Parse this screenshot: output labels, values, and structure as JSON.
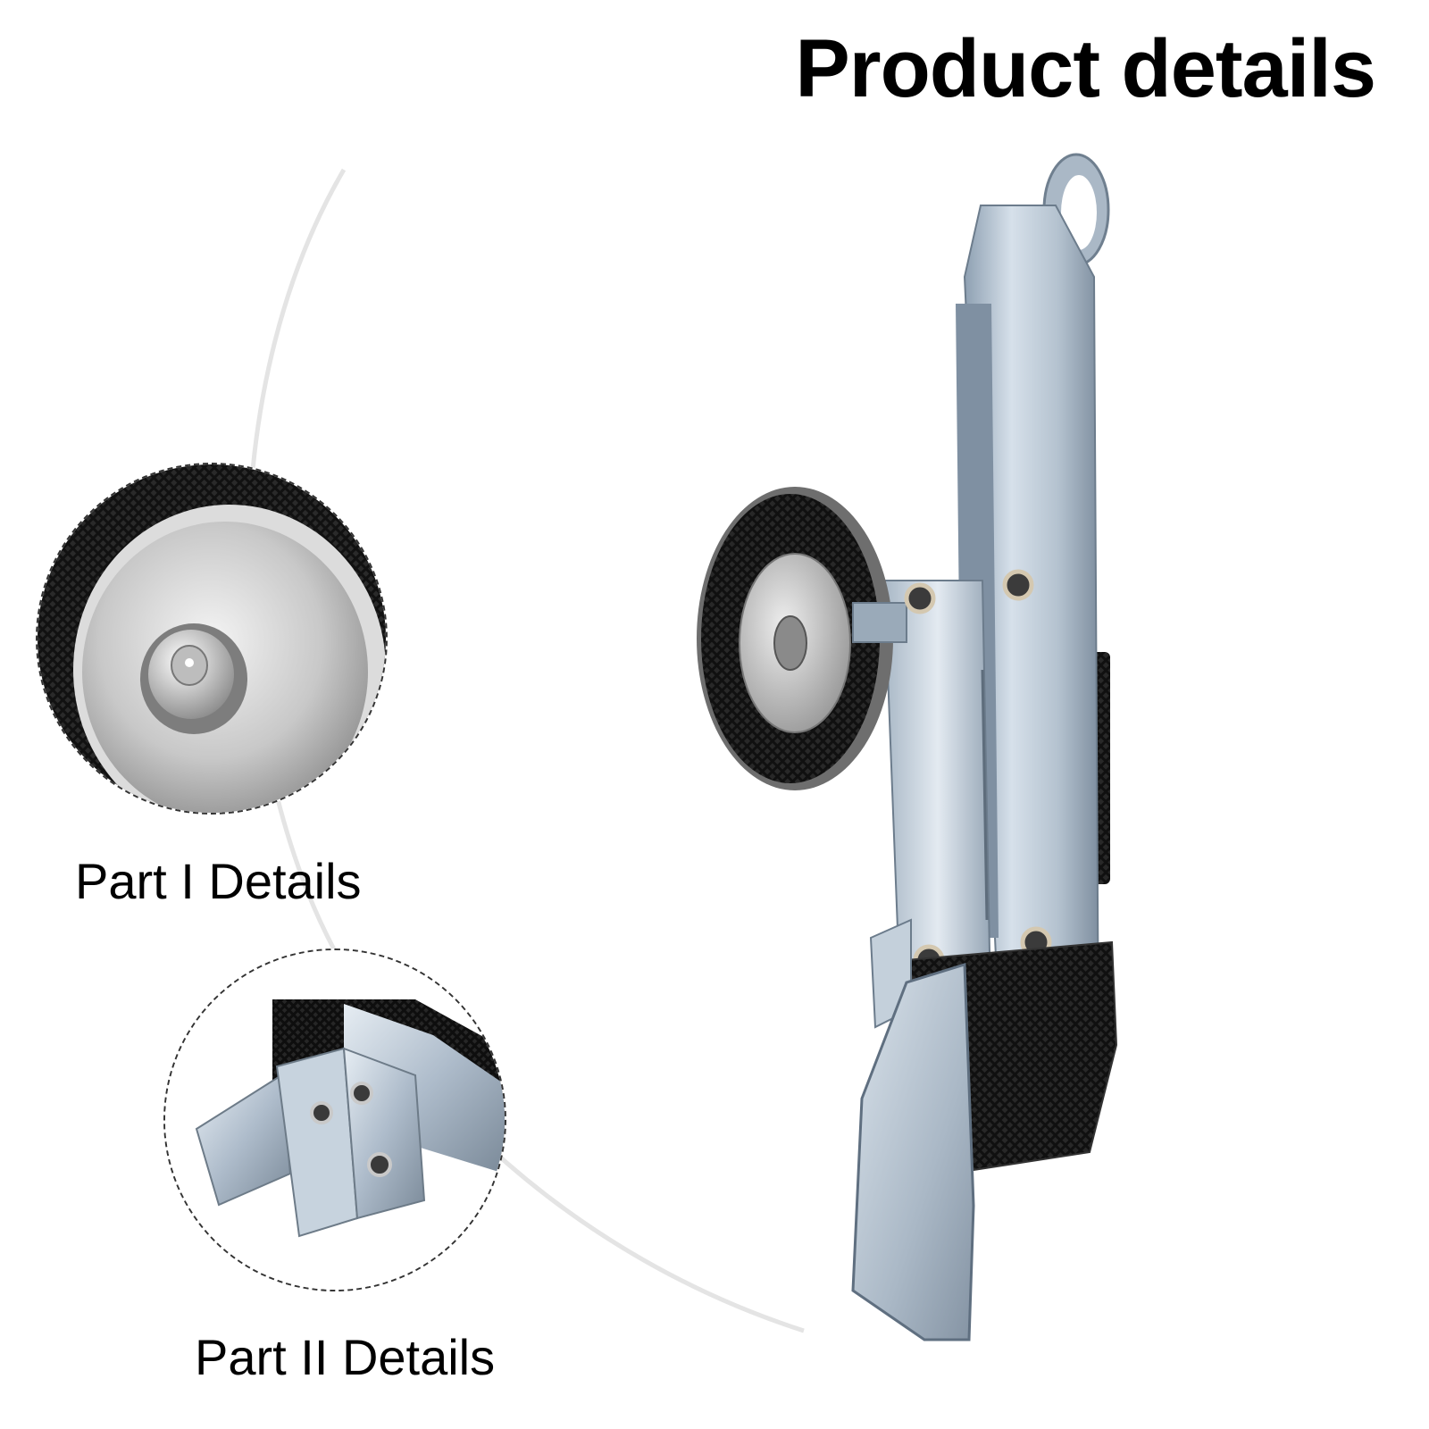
{
  "title": "Product details",
  "details": [
    {
      "caption": "Part I Details",
      "icon": "magnetic-pad-closeup"
    },
    {
      "caption": "Part II Details",
      "icon": "bracket-foot-closeup"
    }
  ],
  "product_icon": "door-lifter-tool",
  "colors": {
    "background": "#ffffff",
    "text": "#000000",
    "metal": "#b9c6d2",
    "rubber": "#141414",
    "outline": "#333333"
  }
}
